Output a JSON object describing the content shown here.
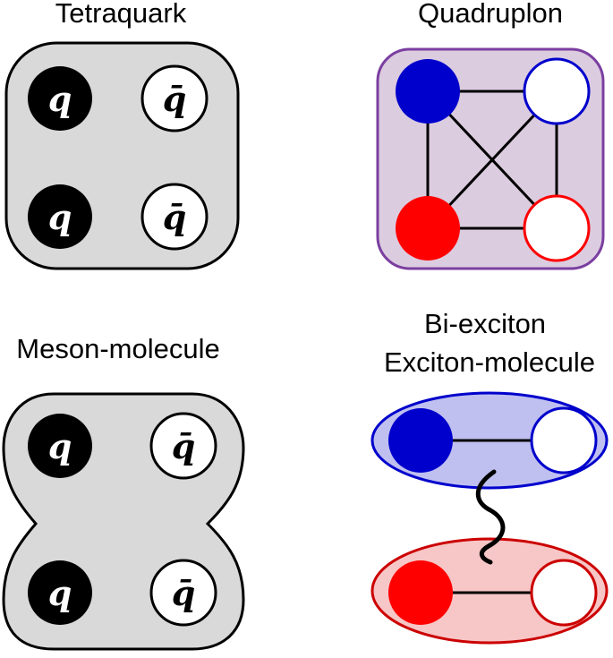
{
  "panels": {
    "tetraquark": {
      "title": "Tetraquark",
      "particles": [
        "q",
        "q̄",
        "q",
        "q̄"
      ]
    },
    "quadruplon": {
      "title": "Quadruplon",
      "colors": {
        "frame": "#7B3FA0",
        "fill": "#DCCCE0",
        "electron_top": "#0000CC",
        "electron_bottom": "#FF0000"
      }
    },
    "meson_molecule": {
      "title": "Meson-molecule",
      "particles": [
        "q",
        "q̄",
        "q",
        "q̄"
      ]
    },
    "biexciton": {
      "title_line1": "Bi-exciton",
      "title_line2": "Exciton-molecule",
      "colors": {
        "top_exciton_fill": "#BFC0F0",
        "top_exciton_frame": "#0000CC",
        "bottom_exciton_fill": "#F7C6C6",
        "bottom_exciton_frame": "#CC0000"
      }
    }
  },
  "colors": {
    "container_fill": "#D9D9D9",
    "quark": "#000000",
    "antiquark": "#FFFFFF"
  }
}
